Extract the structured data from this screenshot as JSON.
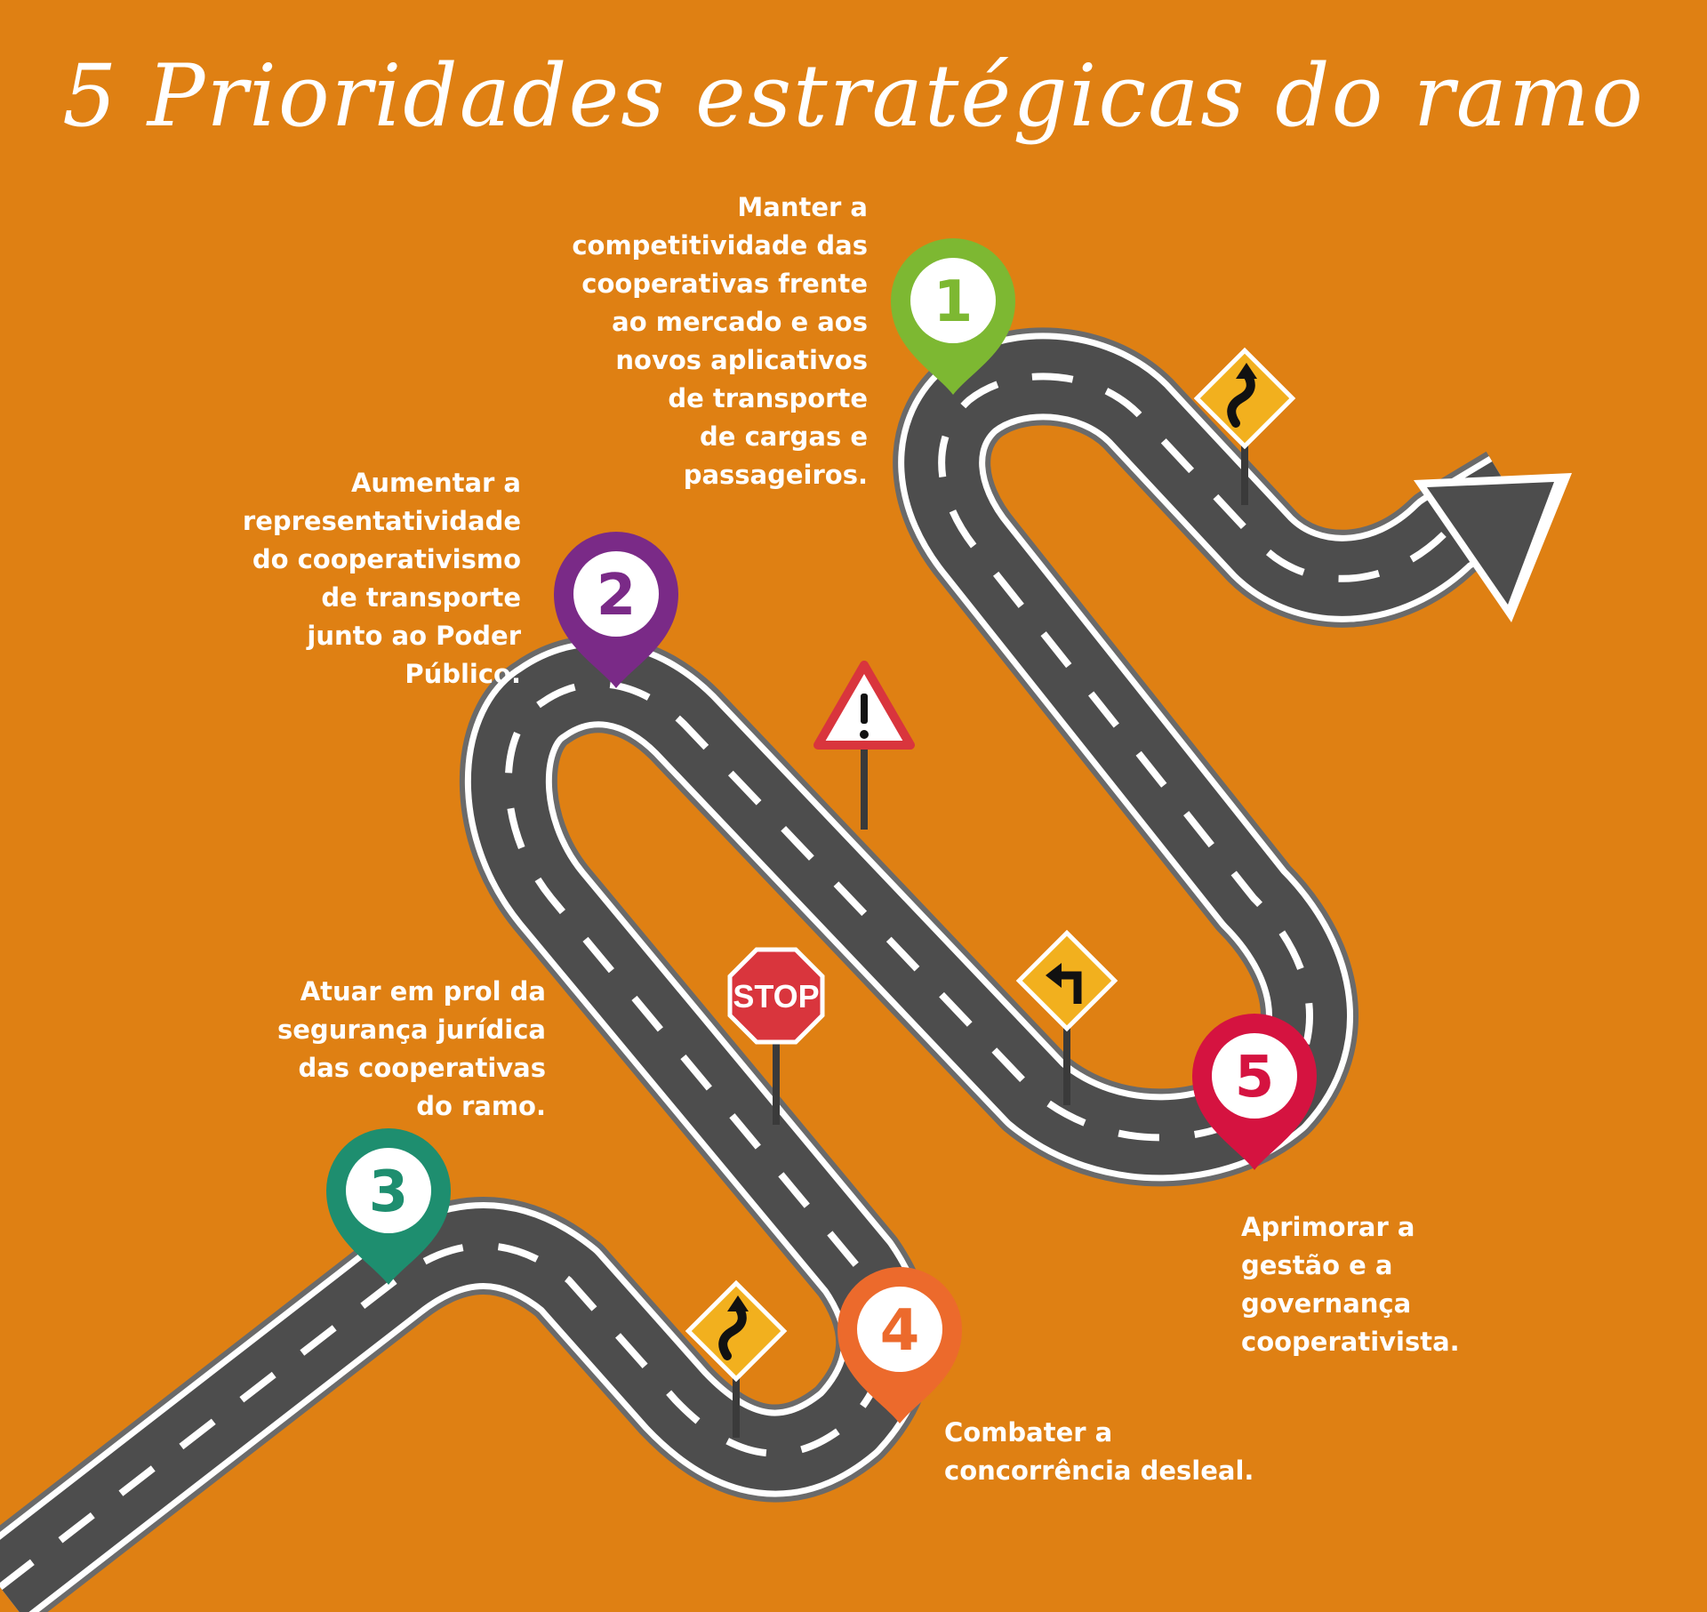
{
  "title": "5 Prioridades estratégicas do ramo",
  "colors": {
    "background": "#DF8013",
    "road": "#4D4D4D",
    "road_edge": "#FFFFFF",
    "road_border": "#6A6A6A",
    "sign_yellow": "#F2B01E",
    "sign_red": "#D9353D"
  },
  "priorities": [
    {
      "number": "1",
      "text": "Manter a competitividade das cooperativas frente ao mercado e aos novos aplicativos de transporte de cargas e passageiros.",
      "lines": [
        "Manter a",
        "competitividade das",
        "cooperativas frente",
        "ao mercado e aos",
        "novos aplicativos",
        "de transporte",
        "de cargas e",
        "passageiros."
      ],
      "color": "#7DB832"
    },
    {
      "number": "2",
      "text": "Aumentar a representatividade do cooperativismo de transporte junto ao Poder Público.",
      "lines": [
        "Aumentar a",
        "representatividade",
        "do cooperativismo",
        "de transporte",
        "junto ao Poder",
        "Público."
      ],
      "color": "#7A2A87"
    },
    {
      "number": "3",
      "text": "Atuar em prol da segurança jurídica das cooperativas do ramo.",
      "lines": [
        "Atuar em prol da",
        "segurança jurídica",
        "das cooperativas",
        "do ramo."
      ],
      "color": "#1E8E6F"
    },
    {
      "number": "4",
      "text": "Combater a concorrência desleal.",
      "lines": [
        "Combater a",
        "concorrência desleal."
      ],
      "color": "#EC6A2C"
    },
    {
      "number": "5",
      "text": "Aprimorar a gestão e a governança cooperativista.",
      "lines": [
        "Aprimorar a",
        "gestão e a",
        "governança",
        "cooperativista."
      ],
      "color": "#D51340"
    }
  ],
  "signs": [
    {
      "kind": "winding-road",
      "icon": "winding-road-icon"
    },
    {
      "kind": "warning",
      "icon": "exclamation-icon"
    },
    {
      "kind": "stop",
      "label": "STOP",
      "icon": "stop-icon"
    },
    {
      "kind": "turn-left",
      "icon": "turn-left-icon"
    },
    {
      "kind": "winding-road",
      "icon": "winding-road-icon"
    }
  ]
}
